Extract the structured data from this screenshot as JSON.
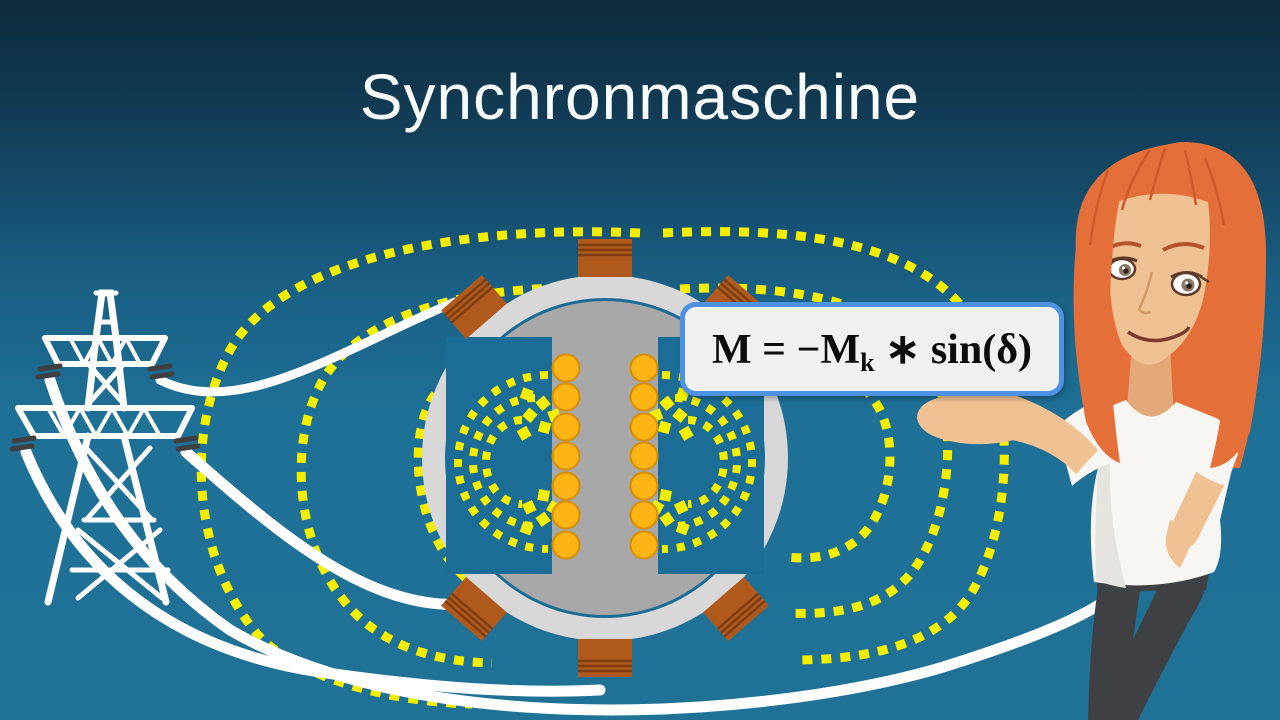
{
  "title": "Synchronmaschine",
  "formula": {
    "main": "M = −M",
    "sub": "k",
    "rest": " ∗ sin(δ)"
  },
  "colors": {
    "background_top": "#0D2A3B",
    "background_bottom": "#1E7096",
    "field_line_yellow": "#F4EE00",
    "cable_white": "#FFFFFF",
    "machine_ring_gray": "#D8D8D8",
    "rotor_gray": "#A8A8A8",
    "coil_orange": "#FDB515",
    "terminal_brown": "#AF5A1C",
    "formula_border_blue": "#4E92E3",
    "hair_orange": "#E56F39"
  },
  "icons": {
    "transmission_tower": "power-pylon-icon",
    "machine": "synchronous-machine-icon",
    "field_lines": "magnetic-field-lines",
    "presenter": "presenter-character"
  }
}
